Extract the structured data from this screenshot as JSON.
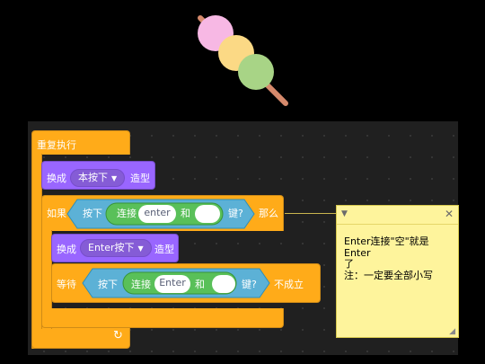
{
  "script": {
    "forever_label": "重复执行",
    "switch_costume_1": {
      "label": "换成",
      "costume": "本按下",
      "suffix": "造型"
    },
    "if_block": {
      "if_label": "如果",
      "then_label": "那么"
    },
    "key_and_1": {
      "press": "按下",
      "connect": "连接",
      "first_key": "enter",
      "and": "和",
      "suffix": "键?"
    },
    "switch_costume_2": {
      "label": "换成",
      "costume": "Enter按下",
      "suffix": "造型"
    },
    "wait_until": {
      "label": "等待",
      "suffix": "不成立"
    },
    "key_and_2": {
      "press": "按下",
      "connect": "连接",
      "first_key": "Enter",
      "and": "和",
      "suffix": "键?"
    },
    "loop_arrow": "↻"
  },
  "comment": {
    "line1": "Enter连接\"空\"就是Enter",
    "line2": "了",
    "line3": "注：一定要全部小写"
  },
  "colors": {
    "control": "#ffab19",
    "looks": "#9966ff",
    "sensing": "#5cb1d6",
    "operators": "#59c059",
    "note": "#fef49c",
    "canvas": "#202020"
  },
  "icons": {
    "sprite": "dango-skewer",
    "note_collapse": "caret-down-icon",
    "note_close": "close-icon",
    "note_resize": "resize-handle-icon"
  }
}
